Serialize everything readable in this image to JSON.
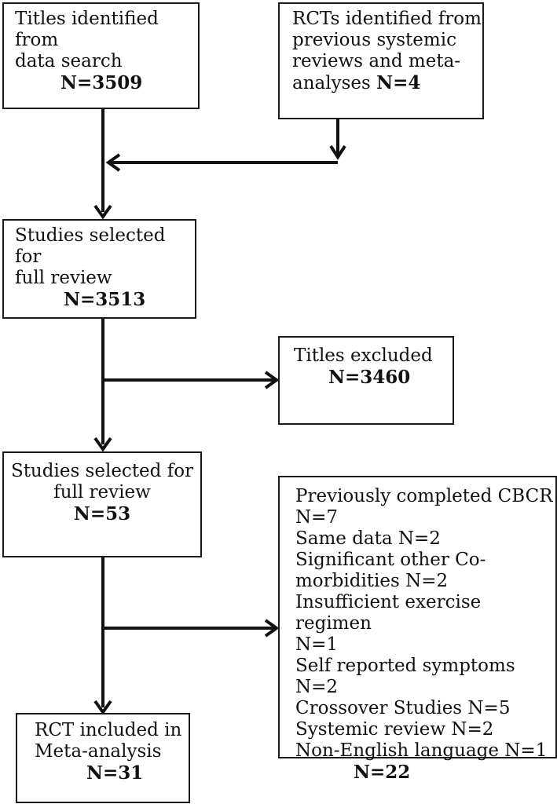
{
  "box1": {
    "text": "Titles identified from\ndata search",
    "count": "N=3509"
  },
  "box2": {
    "text": "RCTs identified from\nprevious systemic\nreviews and meta-\nanalyses ",
    "count": "N=4"
  },
  "box3": {
    "text": "Studies selected for\nfull review",
    "count": "N=3513"
  },
  "box4": {
    "text": "Titles excluded",
    "count": "N=3460"
  },
  "box5": {
    "text": "Studies selected for\nfull review",
    "count": "N=53"
  },
  "box6": {
    "lines": [
      "Previously completed CBCR",
      "N=7",
      "Same data N=2",
      "Significant other Co-",
      "morbidities N=2",
      "Insufficient exercise regimen",
      "N=1",
      "Self reported symptoms N=2",
      "Crossover Studies N=5",
      "Systemic review N=2",
      "Non-English language N=1"
    ],
    "count": "N=22"
  },
  "box7": {
    "text": "RCT included in\nMeta-analysis",
    "count": "N=31"
  }
}
